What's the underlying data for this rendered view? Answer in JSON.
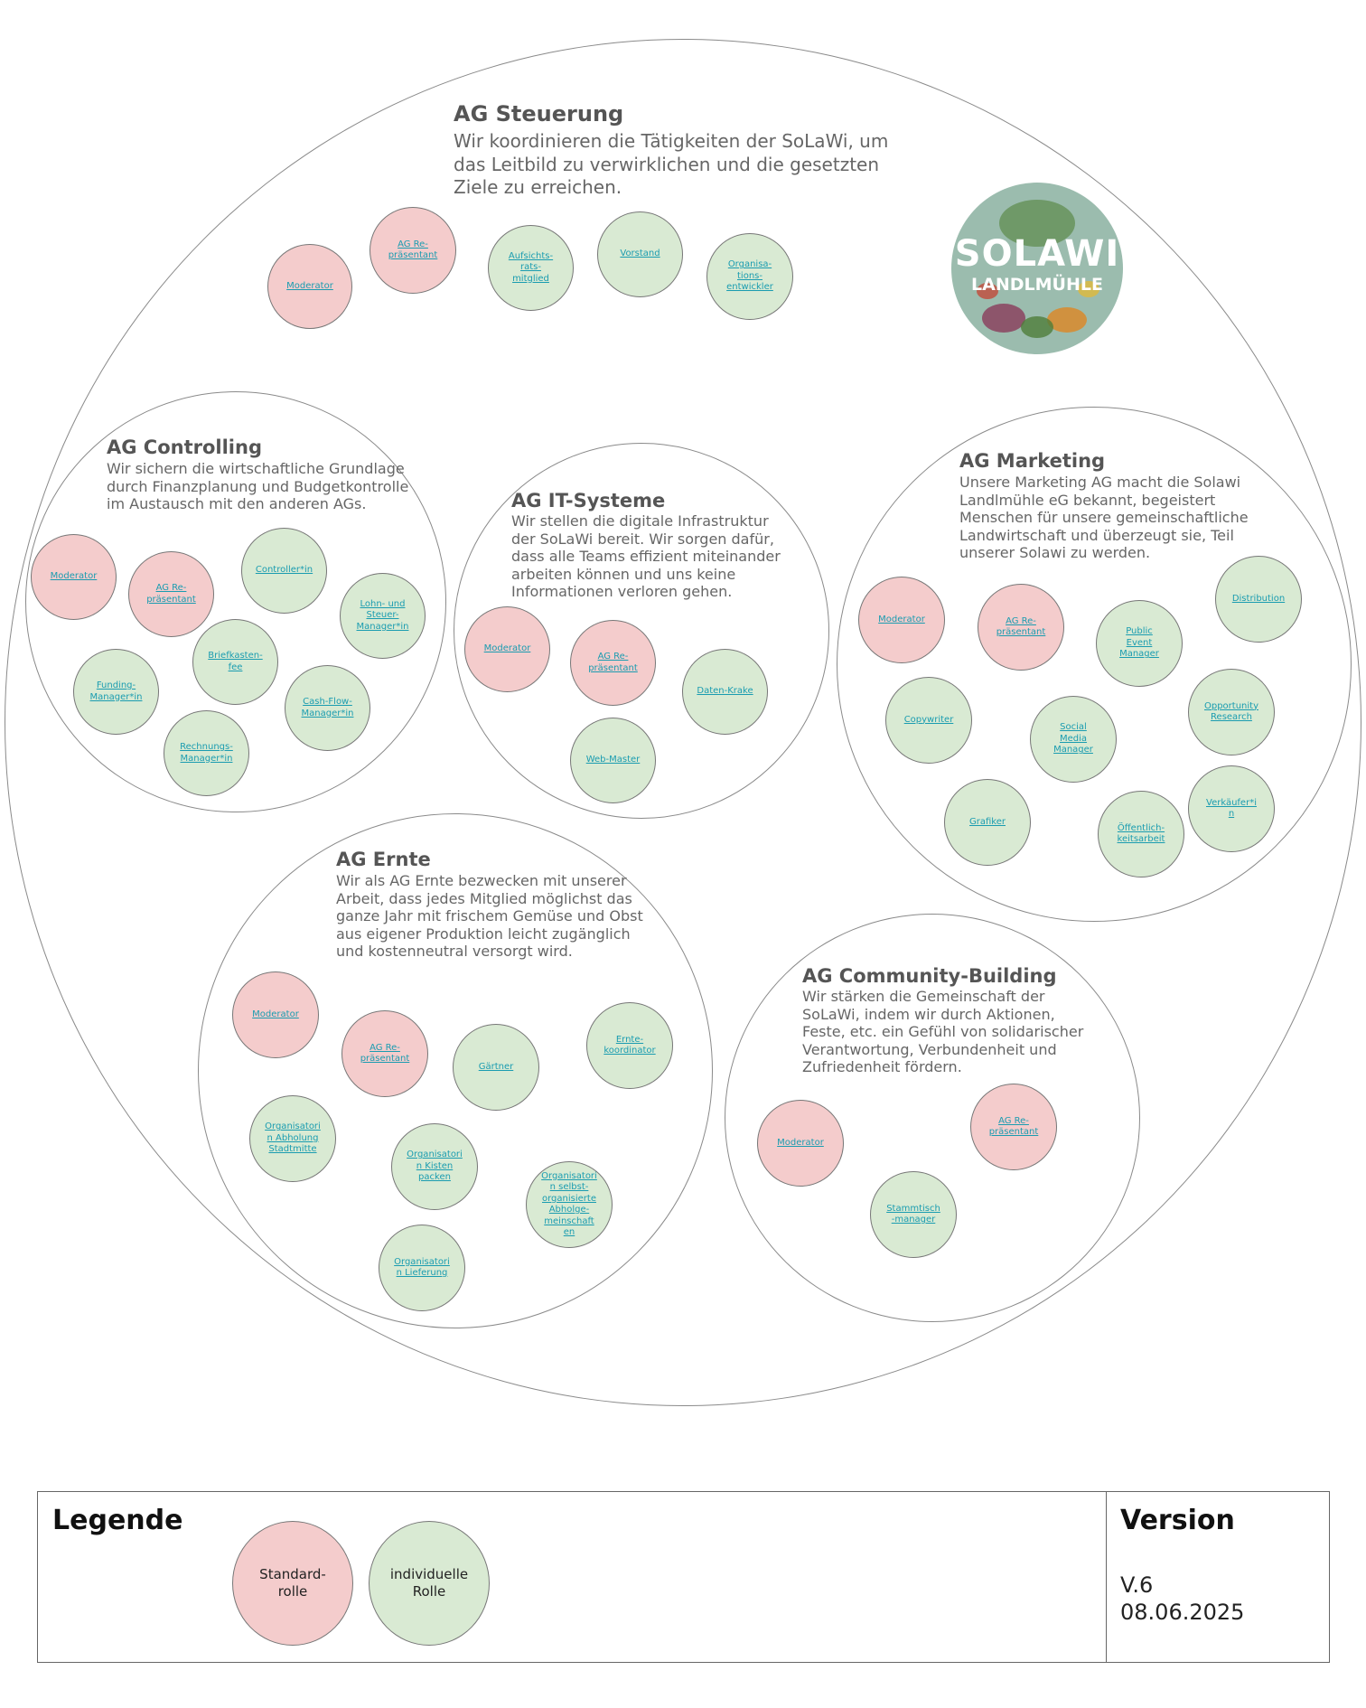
{
  "colors": {
    "standard": "#f4cccc",
    "individual": "#d9ead3",
    "link": "#1a9cb0"
  },
  "steuerung": {
    "title": "AG Steuerung",
    "description": "Wir koordinieren die Tätigkeiten der SoLaWi, um das Leitbild zu verwirklichen und die gesetzten Ziele zu erreichen.",
    "roles": [
      "Moderator",
      "AG Re-\npräsentant",
      "Aufsichts-\nrats-\nmitglied",
      "Vorstand",
      "Organisa-\ntions-\nentwickler"
    ]
  },
  "logo": {
    "line1": "SOLAWI",
    "line2": "LANDLMÜHLE"
  },
  "controlling": {
    "title": "AG Controlling",
    "description": "Wir sichern die wirtschaftliche Grundlage durch Finanzplanung und Budgetkontrolle im Austausch mit den anderen AGs.",
    "roles": [
      "Moderator",
      "AG Re-\npräsentant",
      "Controller*in",
      "Lohn- und\nSteuer-\nManager*in",
      "Briefkasten-\nfee",
      "Funding-\nManager*in",
      "Cash-Flow-\nManager*in",
      "Rechnungs-\nManager*in"
    ]
  },
  "it": {
    "title": "AG IT-Systeme",
    "description": "Wir stellen die digitale Infrastruktur der SoLaWi bereit. Wir sorgen dafür, dass alle Teams effizient miteinander arbeiten können und uns keine Informationen verloren gehen.",
    "roles": [
      "Moderator",
      "AG Re-\npräsentant",
      "Daten-Krake",
      "Web-Master"
    ]
  },
  "marketing": {
    "title": "AG Marketing",
    "description": "Unsere Marketing AG macht die Solawi Landlmühle eG bekannt, begeistert Menschen für unsere gemeinschaftliche Landwirtschaft und überzeugt sie, Teil unserer Solawi zu werden.",
    "roles": [
      "Moderator",
      "AG Re-\npräsentant",
      "Public\nEvent\nManager",
      "Distribution",
      "Copywriter",
      "Social\nMedia\nManager",
      "Opportunity\nResearch",
      "Grafiker",
      "Öffentlich-\nkeitsarbeit",
      "Verkäufer*i\nn"
    ]
  },
  "ernte": {
    "title": "AG Ernte",
    "description": "Wir als AG Ernte bezwecken mit unserer Arbeit, dass jedes Mitglied möglichst das ganze Jahr mit frischem Gemüse und Obst aus eigener Produktion leicht zugänglich und kostenneutral versorgt wird.",
    "roles": [
      "Moderator",
      "AG Re-\npräsentant",
      "Gärtner",
      "Ernte-\nkoordinator",
      "Organisatori\nn Abholung\nStadtmitte",
      "Organisatori\nn Kisten\npacken",
      "Organisatori\nn selbst-\norganisierte\nAbholge-\nmeinschaft\nen",
      "Organisatori\nn Lieferung"
    ]
  },
  "community": {
    "title": "AG Community-Building",
    "description": "Wir stärken die Gemeinschaft der SoLaWi, indem wir durch Aktionen, Feste, etc. ein Gefühl von solidarischer Verantwortung, Verbundenheit und Zufriedenheit fördern.",
    "roles": [
      "Moderator",
      "AG Re-\npräsentant",
      "Stammtisch\n-manager"
    ]
  },
  "legend": {
    "title": "Legende",
    "standard_label": "Standard-\nrolle",
    "individual_label": "individuelle\nRolle"
  },
  "version": {
    "title": "Version",
    "number": "V.6",
    "date": "08.06.2025"
  }
}
